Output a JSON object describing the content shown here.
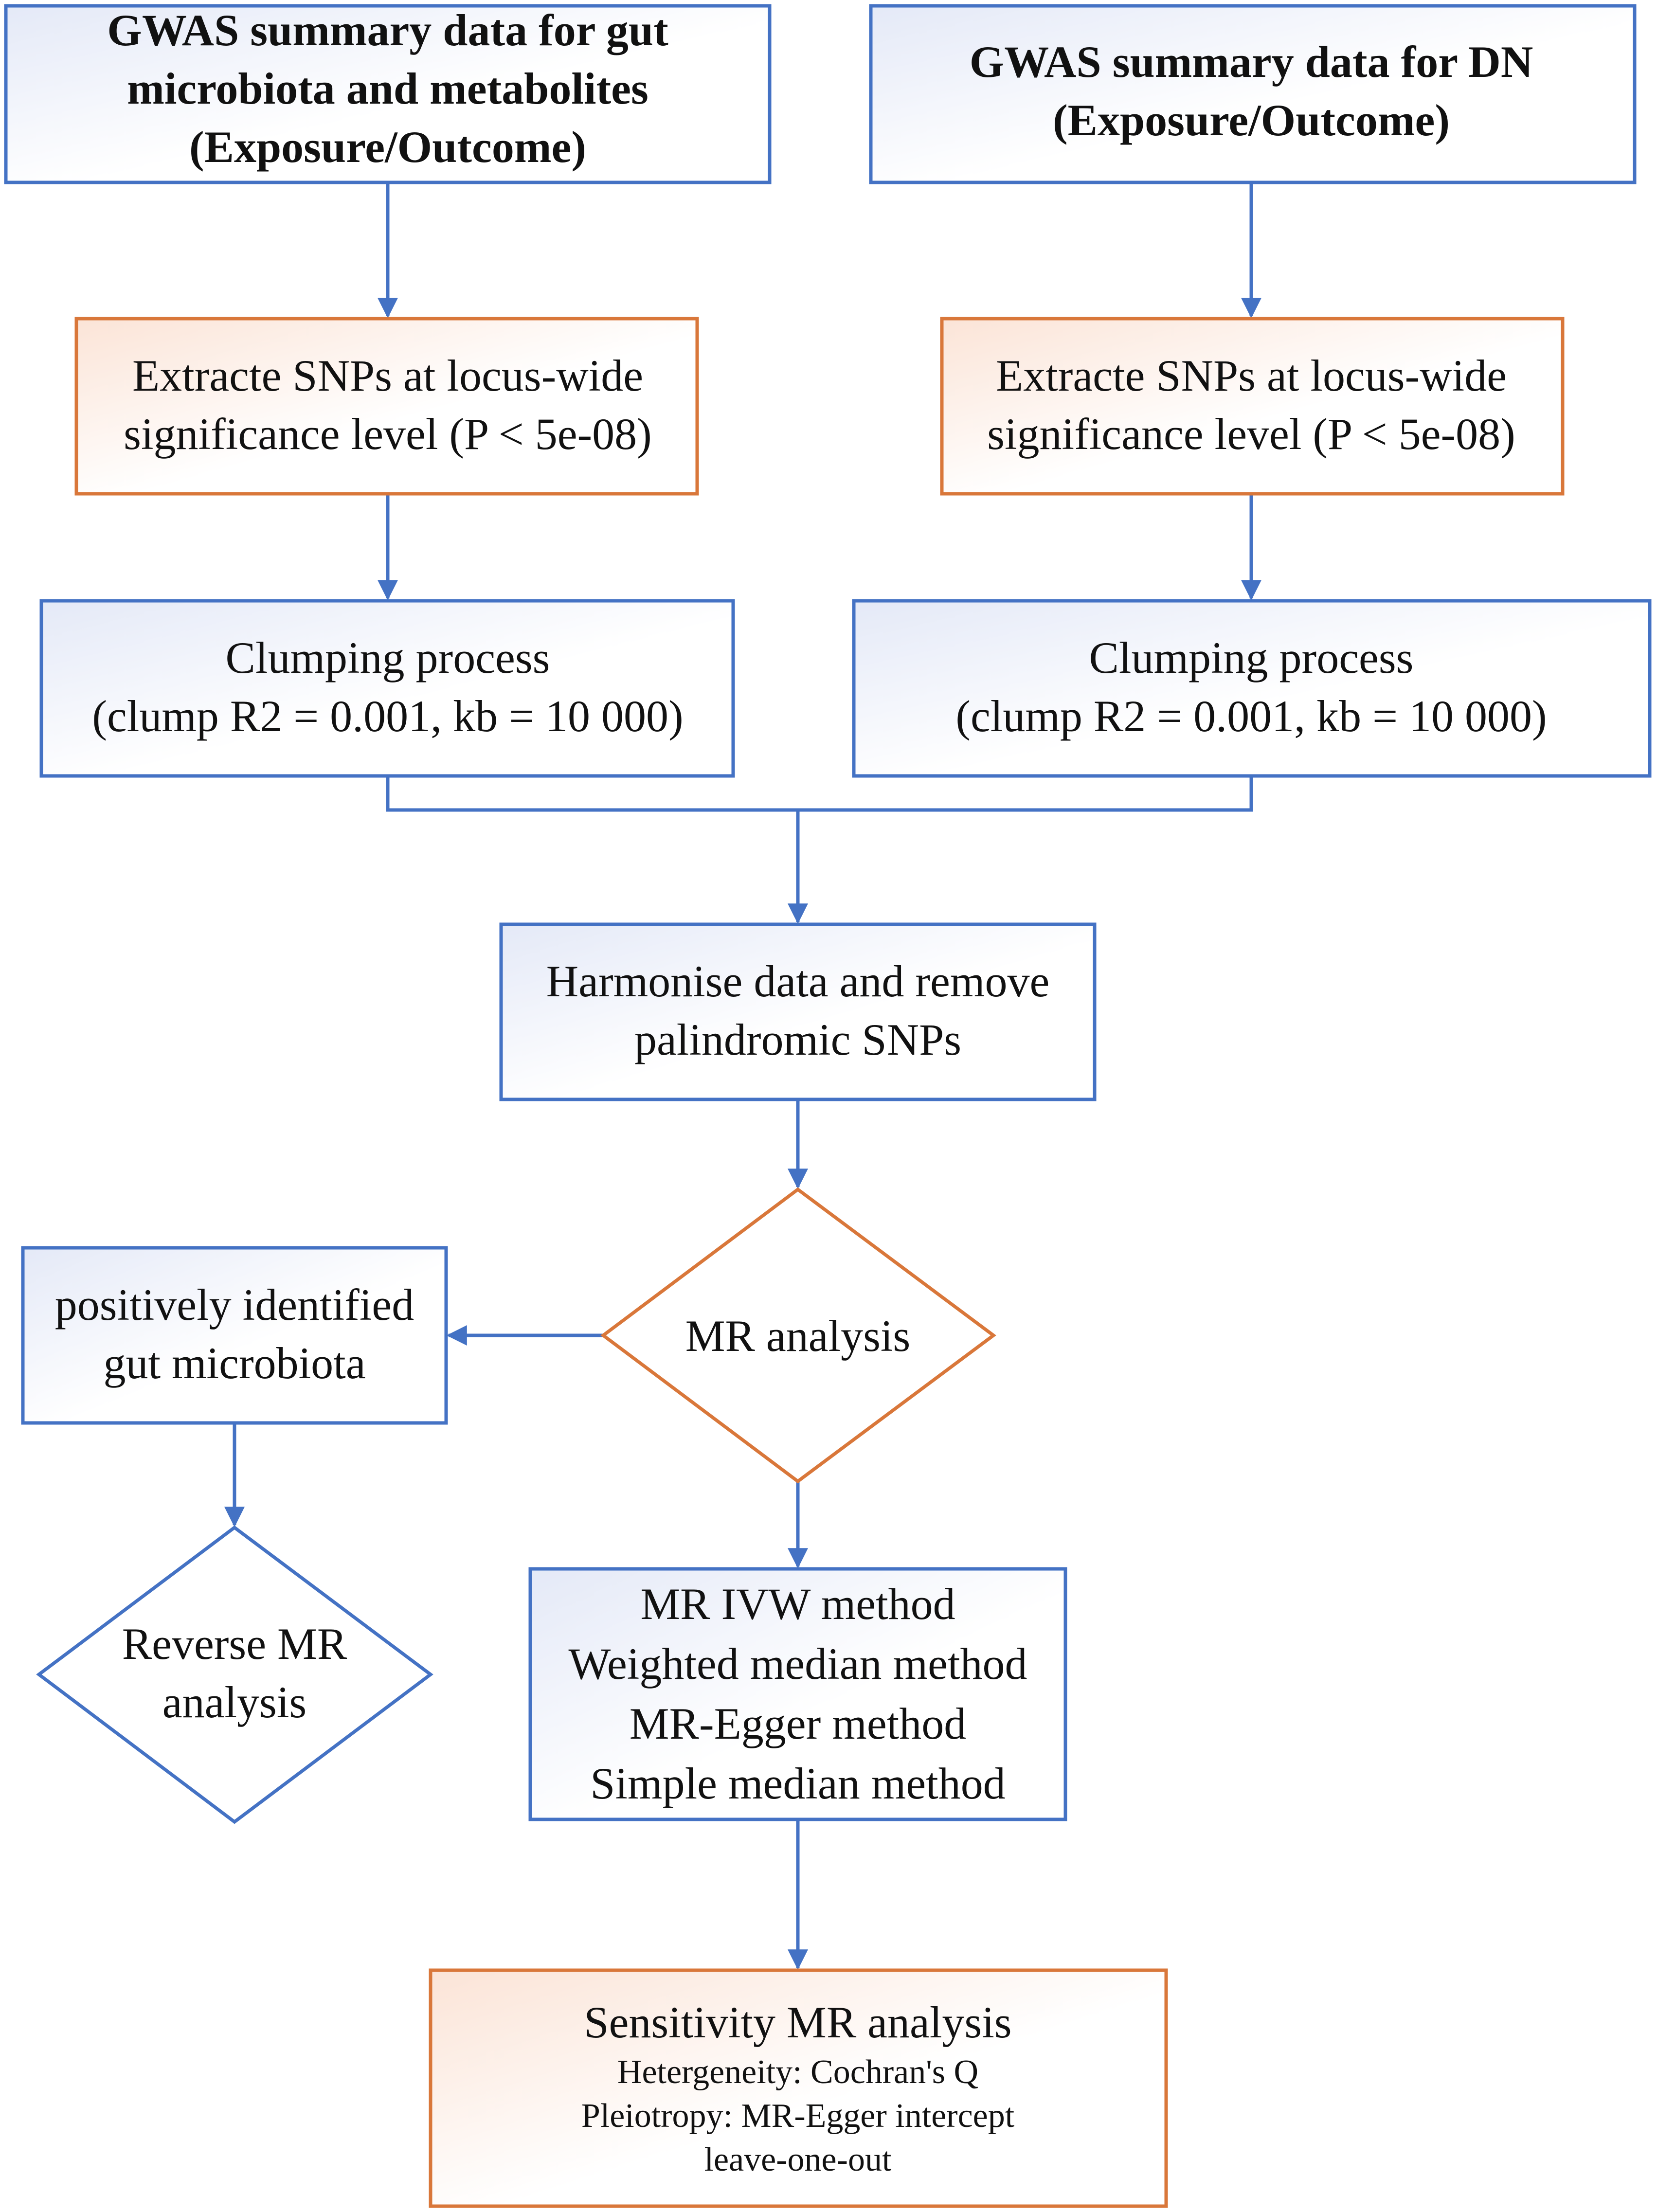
{
  "colors": {
    "blue_border": "#4472C4",
    "orange_border": "#D9773A",
    "blue_fill_tint": "#E4E9F7",
    "orange_fill_tint": "#FBE4D7",
    "arrow": "#4472C4",
    "text": "#111111"
  },
  "nodes": {
    "gwas_gut": {
      "lines": [
        "GWAS summary data for gut",
        "microbiota and metabolites",
        "(Exposure/Outcome)"
      ]
    },
    "gwas_dn": {
      "lines": [
        "GWAS summary data for DN",
        "(Exposure/Outcome)"
      ]
    },
    "extract_left": {
      "lines": [
        "Extracte SNPs at locus-wide",
        "significance level (P < 5e-08)"
      ]
    },
    "extract_right": {
      "lines": [
        "Extracte SNPs at locus-wide",
        "significance level (P < 5e-08)"
      ]
    },
    "clump_left": {
      "lines": [
        "Clumping process",
        "(clump R2 = 0.001, kb = 10 000)"
      ]
    },
    "clump_right": {
      "lines": [
        "Clumping process",
        "(clump R2 = 0.001, kb = 10 000)"
      ]
    },
    "harmonise": {
      "lines": [
        "Harmonise data and remove",
        "palindromic SNPs"
      ]
    },
    "mr_analysis": {
      "lines": [
        "MR analysis"
      ]
    },
    "positively": {
      "lines": [
        "positively identified",
        "gut microbiota"
      ]
    },
    "reverse_mr": {
      "lines": [
        "Reverse MR",
        "analysis"
      ]
    },
    "methods": {
      "lines": [
        "MR IVW method",
        "Weighted median method",
        "MR-Egger method",
        "Simple median method"
      ]
    },
    "sensitivity": {
      "title": "Sensitivity MR analysis",
      "details": [
        "Hetergeneity: Cochran's Q",
        "Pleiotropy: MR-Egger intercept",
        "leave-one-out"
      ]
    }
  }
}
